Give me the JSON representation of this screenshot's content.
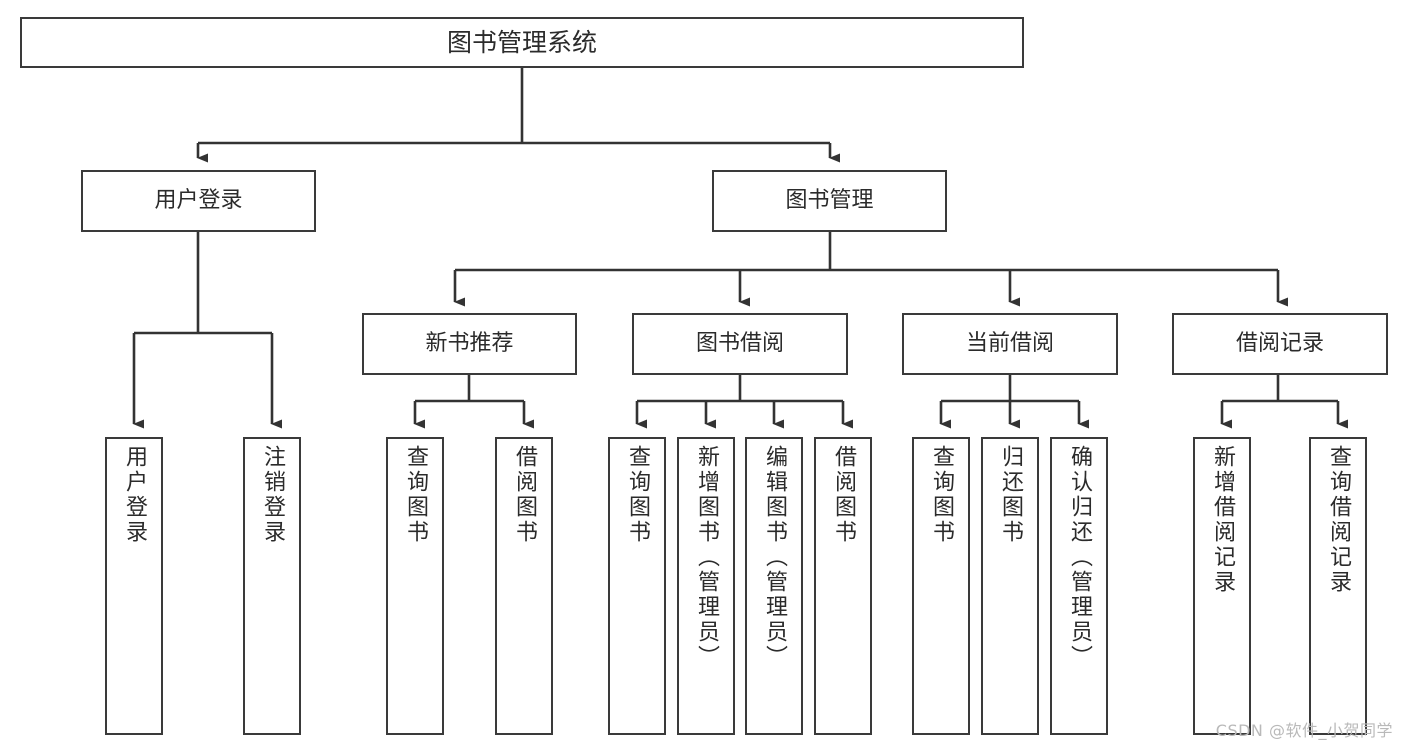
{
  "diagram": {
    "title": "图书管理系统",
    "watermark": "CSDN @软件_小贺同学",
    "colors": {
      "background": "#ffffff",
      "box_border": "#3a3a3a",
      "box_fill": "#ffffff",
      "connector": "#333333",
      "text": "#2b2b2b",
      "watermark": "#b9b9b9"
    },
    "root": {
      "label": "图书管理系统"
    },
    "level1": [
      {
        "label": "用户登录"
      },
      {
        "label": "图书管理"
      }
    ],
    "level2": [
      {
        "label": "新书推荐"
      },
      {
        "label": "图书借阅"
      },
      {
        "label": "当前借阅"
      },
      {
        "label": "借阅记录"
      }
    ],
    "leaves": {
      "user_login": [
        {
          "label": "用户登录"
        },
        {
          "label": "注销登录"
        }
      ],
      "new_books": [
        {
          "label": "查询图书"
        },
        {
          "label": "借阅图书"
        }
      ],
      "book_borrow": [
        {
          "label": "查询图书"
        },
        {
          "label": "新增图书（管理员）"
        },
        {
          "label": "编辑图书（管理员）"
        },
        {
          "label": "借阅图书"
        }
      ],
      "current_borrow": [
        {
          "label": "查询图书"
        },
        {
          "label": "归还图书"
        },
        {
          "label": "确认归还（管理员）"
        }
      ],
      "borrow_record": [
        {
          "label": "新增借阅记录"
        },
        {
          "label": "查询借阅记录"
        }
      ]
    }
  }
}
